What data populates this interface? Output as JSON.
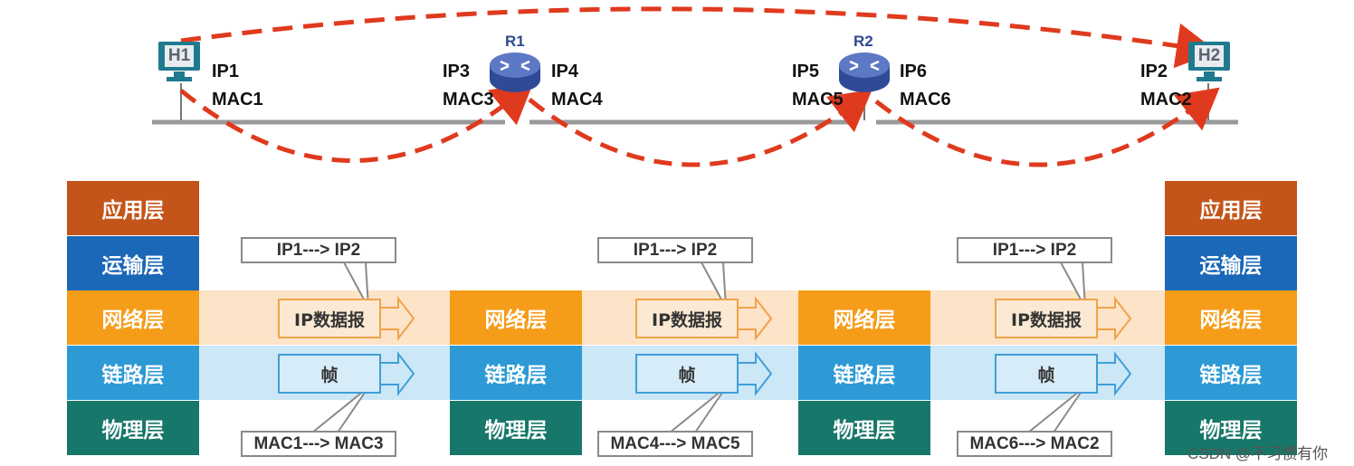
{
  "hosts": {
    "h1": {
      "name": "H1",
      "ip": "IP1",
      "mac": "MAC1"
    },
    "h2": {
      "name": "H2",
      "ip": "IP2",
      "mac": "MAC2"
    }
  },
  "routers": {
    "r1": {
      "name": "R1",
      "left_ip": "IP3",
      "left_mac": "MAC3",
      "right_ip": "IP4",
      "right_mac": "MAC4"
    },
    "r2": {
      "name": "R2",
      "left_ip": "IP5",
      "left_mac": "MAC5",
      "right_ip": "IP6",
      "right_mac": "MAC6"
    }
  },
  "layers": {
    "application": "应用层",
    "transport": "运输层",
    "network": "网络层",
    "link": "链路层",
    "physical": "物理层"
  },
  "packets": {
    "ip_datagram": "IP数据报",
    "frame": "帧"
  },
  "callouts": {
    "ip_1": "IP1---> IP2",
    "ip_2": "IP1---> IP2",
    "ip_3": "IP1---> IP2",
    "mac_1": "MAC1---> MAC3",
    "mac_2": "MAC4---> MAC5",
    "mac_3": "MAC6---> MAC2"
  },
  "colors": {
    "application": "#c4551a",
    "transport": "#1b67b8",
    "network": "#f59c19",
    "link": "#2d9ad6",
    "physical": "#17776a",
    "network_band": "#fde4c8",
    "link_band": "#cce7f6",
    "arrow_red": "#e03a1e",
    "router": "#4a63b0",
    "host": "#1f7a90"
  },
  "watermark": "CSDN @不习惯有你"
}
